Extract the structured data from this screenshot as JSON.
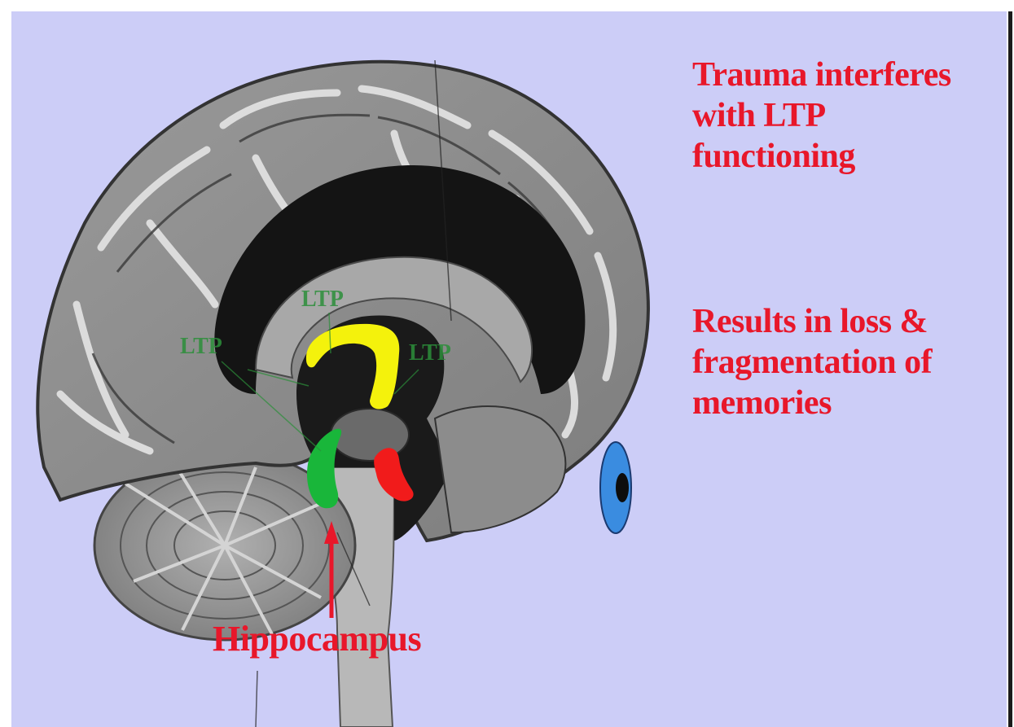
{
  "headline_top": [
    "Trauma interferes",
    "with LTP",
    "functioning"
  ],
  "headline_bottom": [
    "Results in loss &",
    "fragmentation of",
    "memories"
  ],
  "ltp_labels": [
    "LTP",
    "LTP",
    "LTP"
  ],
  "structure_label": "Hippocampus",
  "colors": {
    "background": "#cccdf7",
    "text_red": "#e8172a",
    "ltp_green": "#2c8f3a",
    "yellow_region": "#f4f20c",
    "green_region": "#19b63a",
    "red_region": "#f11b1b",
    "eye_blue": "#3a8ce0"
  }
}
